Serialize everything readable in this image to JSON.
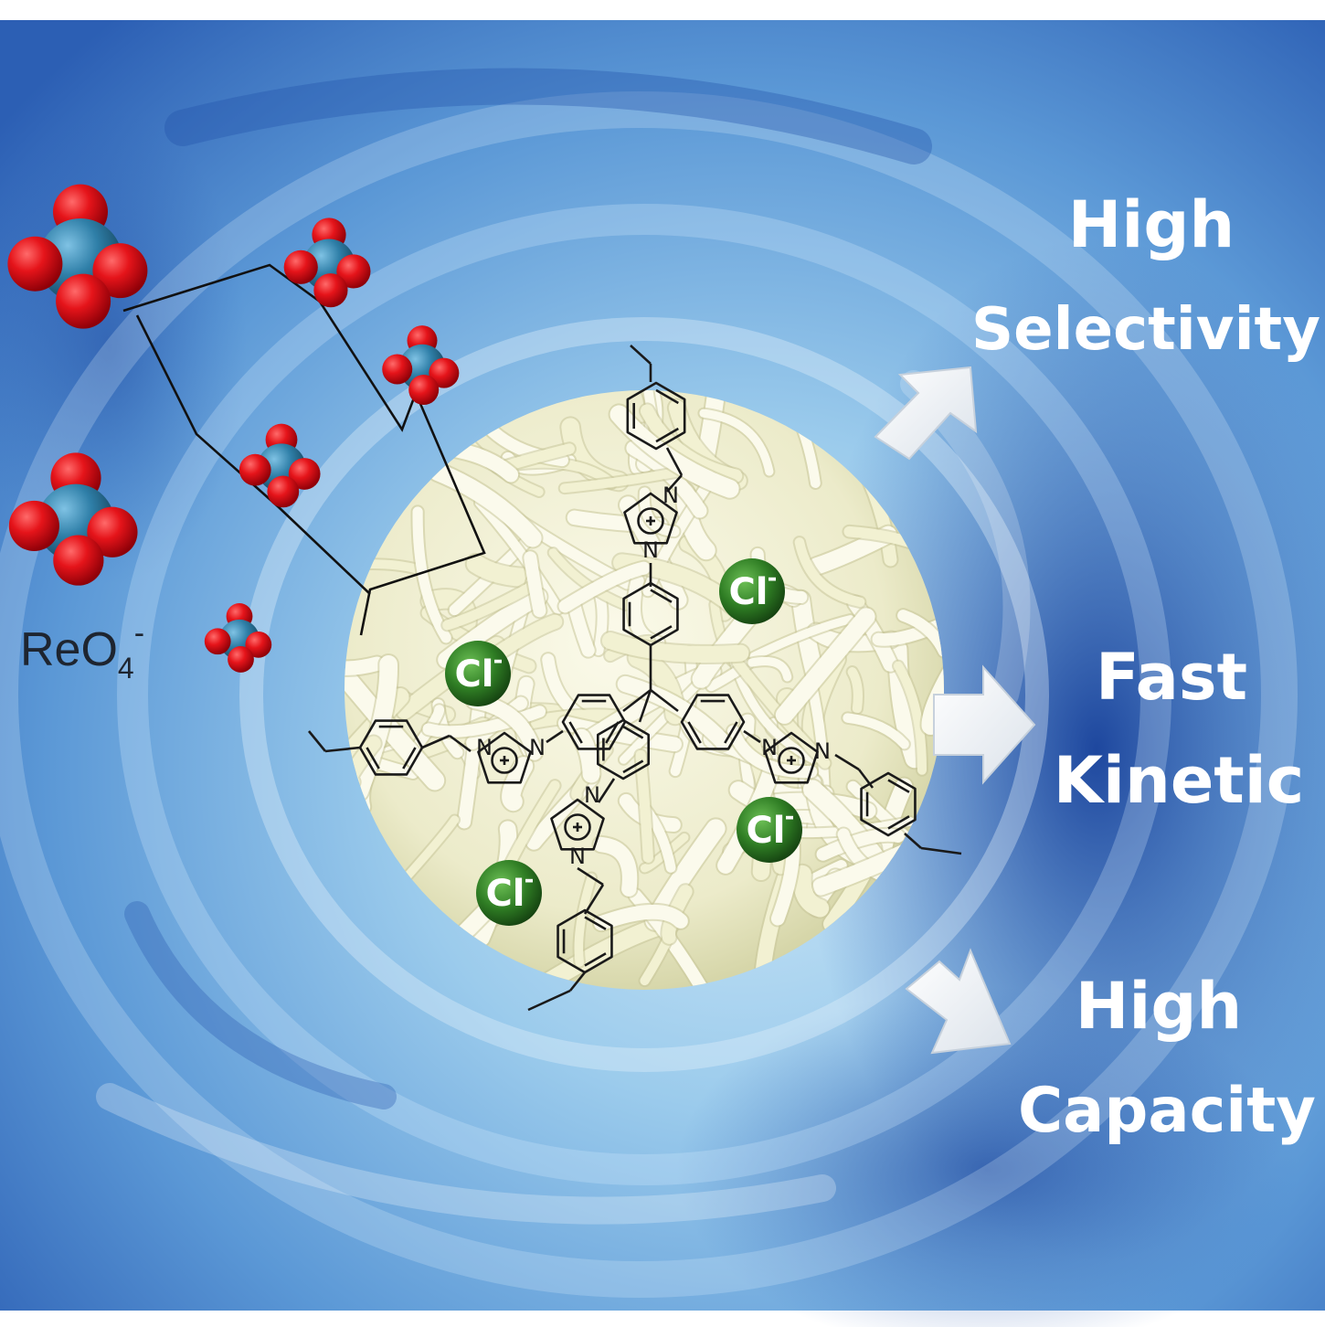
{
  "benefits": [
    {
      "line1": "High",
      "line2": "Selectivity"
    },
    {
      "line1": "Fast",
      "line2": "Kinetic"
    },
    {
      "line1": "High",
      "line2": "Capacity"
    }
  ],
  "chloride_label": "Cl",
  "chloride_charge": "-",
  "nitrogen_label": "N",
  "perrhenate": {
    "base": "ReO",
    "subscript": "4",
    "charge": "-"
  },
  "colors": {
    "water_light": "#a9d4f0",
    "water_mid": "#6eaee0",
    "water_dark": "#1f4fa8",
    "oxygen": "#e01016",
    "rhenium": "#2f7fa8",
    "chloride": "#2f7d24",
    "polymer": "#f1efd5",
    "arrow": "#ffffff"
  }
}
